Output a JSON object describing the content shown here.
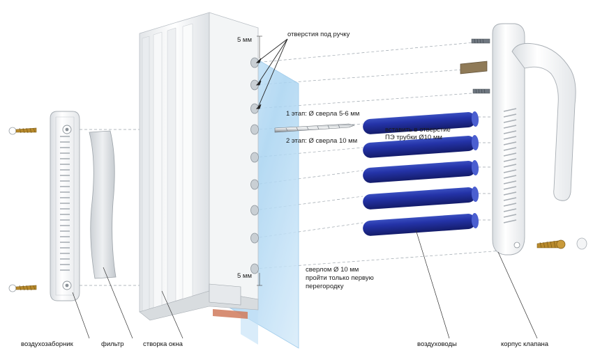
{
  "labels": {
    "handle_holes": "отверстия под ручку",
    "dim_top": "5 мм",
    "dim_bottom": "5 мм",
    "stage1": "1 этап: Ø сверла 5-6 мм",
    "stage2": "2 этап: Ø сверла 10 мм",
    "insert_line1": "вставить в отверстие",
    "insert_line2": "ПЭ трубки Ø10 мм",
    "drill_line1": "сверлом Ø 10 мм",
    "drill_line2": "пройти только первую",
    "drill_line3": "перегородку"
  },
  "captions": {
    "air_intake": "воздухозаборник",
    "filter": "фильтр",
    "sash": "створка окна",
    "ducts": "воздуховоды",
    "valve_body": "корпус клапана"
  },
  "colors": {
    "tube": "#1e2a8c",
    "glass": "#a9d4f2",
    "frame": "#f4f5f6",
    "dashed_line": "#9aa3ab"
  }
}
